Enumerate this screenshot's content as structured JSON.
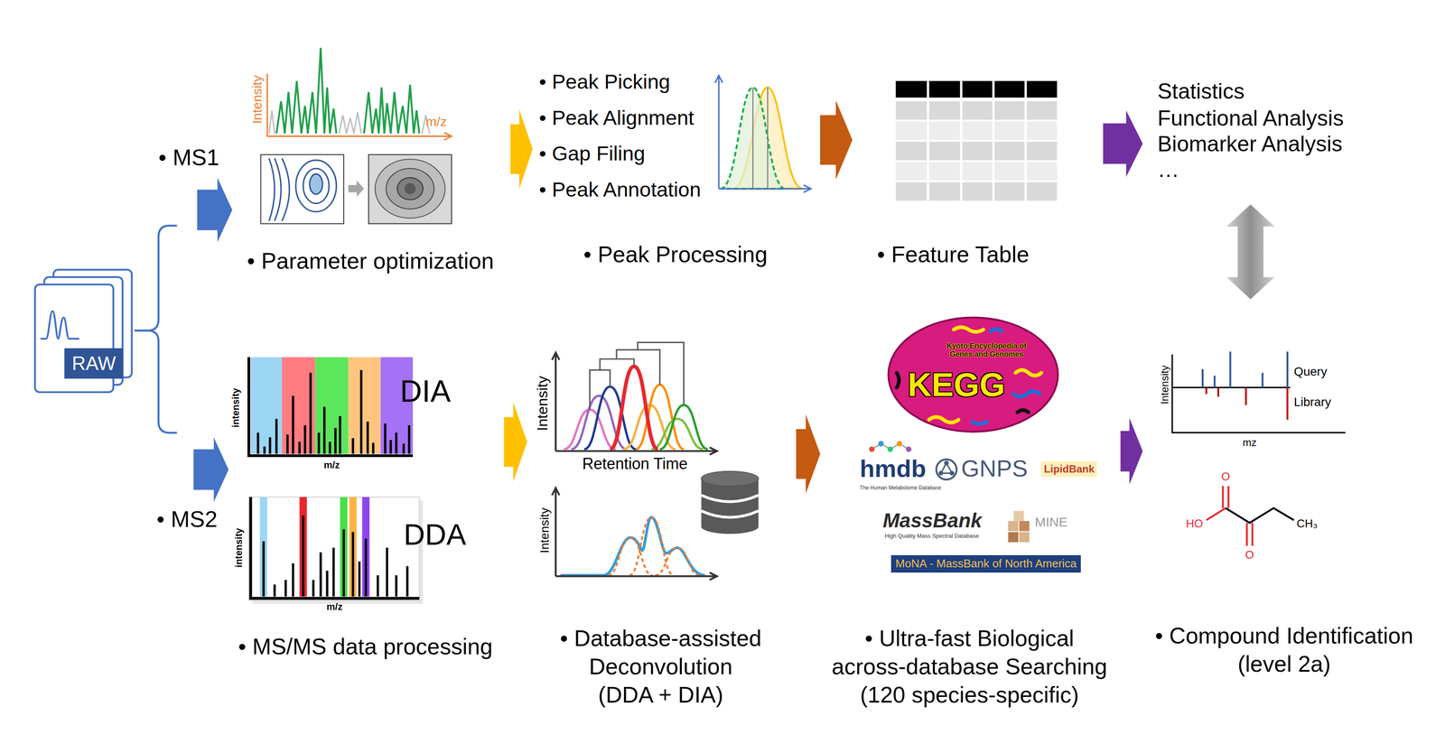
{
  "diagram": {
    "nodes": [
      {
        "text": [
          "RAW"
        ]
      },
      {
        "text": [
          "• Parameter optimization"
        ]
      },
      {
        "text": [
          "• Peak Picking",
          "• Peak Alignment",
          "• Gap Filing",
          "• Peak Annotation",
          "• Peak Processing"
        ]
      },
      {
        "text": [
          "• Feature Table"
        ]
      },
      {
        "text": [
          "Statistics",
          "Functional Analysis",
          "Biomarker Analysis",
          "…"
        ]
      },
      {
        "text": [
          "• MS/MS data processing"
        ]
      },
      {
        "text": [
          "• Database-assisted Deconvolution (DDA + DIA)"
        ]
      },
      {
        "text": [
          "• Ultra-fast Biological across-database Searching (120 species-specific)"
        ]
      },
      {
        "text": [
          "• Compound Identification (level 2a)"
        ]
      }
    ],
    "edges": [
      {
        "from": 0,
        "to": 1,
        "arrow": "to"
      },
      {
        "from": 0,
        "to": 5,
        "arrow": "to"
      },
      {
        "from": 1,
        "to": 2,
        "arrow": "to"
      },
      {
        "from": 2,
        "to": 3,
        "arrow": "to"
      },
      {
        "from": 3,
        "to": 4,
        "arrow": "to"
      },
      {
        "from": 4,
        "to": 8,
        "arrow": "both"
      },
      {
        "from": 5,
        "to": 6,
        "arrow": "to"
      },
      {
        "from": 6,
        "to": 7,
        "arrow": "to"
      },
      {
        "from": 7,
        "to": 8,
        "arrow": "to"
      }
    ],
    "labels": [
      "• MS1",
      "Intensity",
      "m/z",
      "• MS2",
      "intensity",
      "m/z",
      "DIA",
      "intensity",
      "m/z",
      "DDA",
      "Intensity",
      "Retention Time",
      "Intensity",
      "Kyoto Encyclopedia of Genes and Genomes",
      "KEGG",
      "hmdb",
      "The Human Metabolome Database",
      "GNPS",
      "LipidBank",
      "MassBank",
      "High Quality Mass Spectral Database",
      "MINE",
      "MoNA - MassBank of North America",
      "Intensity",
      "Query",
      "Library",
      "mz",
      "O",
      "HO",
      "O",
      "CH₃"
    ]
  }
}
